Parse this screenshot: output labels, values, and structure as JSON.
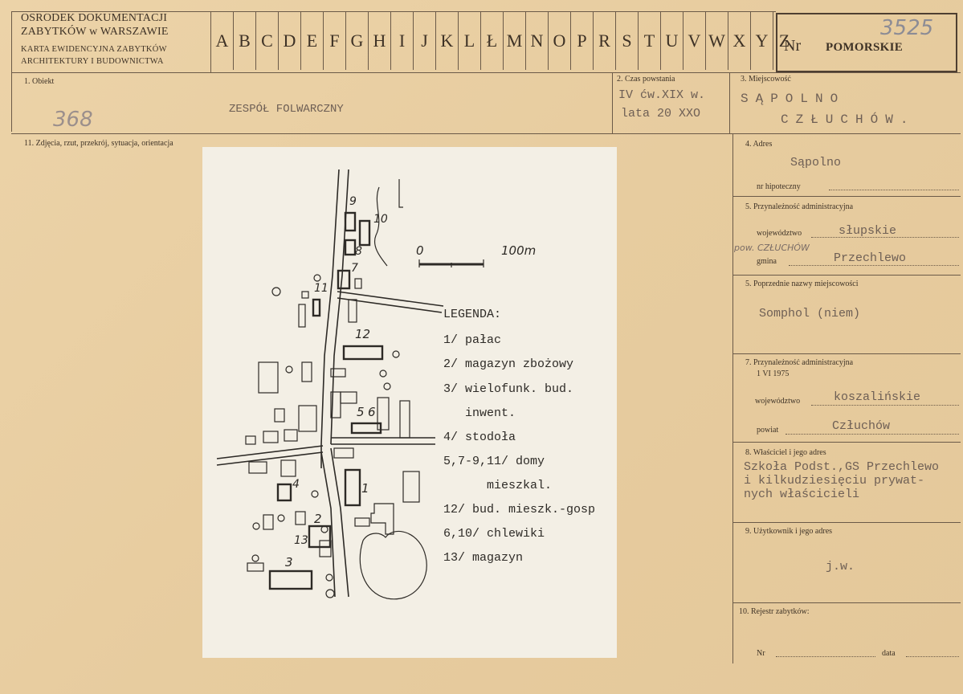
{
  "header": {
    "org_line1": "OSRODEK DOKUMENTACJI",
    "org_line2": "ZABYTKÓW w WARSZAWIE",
    "card_line1": "KARTA EWIDENCYJNA ZABYTKÓW",
    "card_line2": "ARCHITEKTURY I BUDOWNICTWA",
    "letters": [
      "A",
      "B",
      "C",
      "D",
      "E",
      "F",
      "G",
      "H",
      "I",
      "J",
      "K",
      "L",
      "Ł",
      "M",
      "N",
      "O",
      "P",
      "R",
      "S",
      "T",
      "U",
      "V",
      "W",
      "X",
      "Y",
      "Z"
    ],
    "nr_label": "Nr",
    "region": "POMORSKIE",
    "card_number": "3525"
  },
  "obiekt": {
    "label": "1. Obiekt",
    "number": "368",
    "name": "ZESPÓŁ FOLWARCZNY"
  },
  "czas": {
    "label": "2. Czas powstania",
    "line1": "IV ćw.XIX w.",
    "line2": "lata 20 XXO"
  },
  "miejscowosc": {
    "label": "3. Miejscowość",
    "line1": "SĄPOLNO",
    "line2": "CZŁUCHÓW."
  },
  "zdjecia": {
    "label": "11. Zdjęcia, rzut, przekrój, sytuacja, orientacja"
  },
  "map": {
    "scale_start": "0",
    "scale_end": "100m",
    "numbers": [
      "9",
      "10",
      "8",
      "7",
      "11",
      "12",
      "5",
      "6",
      "1",
      "4",
      "2",
      "13",
      "3"
    ],
    "legend_title": "LEGENDA:",
    "legend": [
      "1/ pałac",
      "2/ magazyn zbożowy",
      "3/ wielofunk. bud.",
      "   inwent.",
      "4/ stodoła",
      "5,7-9,11/ domy",
      "      mieszkal.",
      "12/ bud. mieszk.-gosp",
      "6,10/ chlewiki",
      "13/ magazyn"
    ]
  },
  "adres": {
    "label": "4. Adres",
    "value": "Sąpolno",
    "hipoteczny_label": "nr hipoteczny"
  },
  "przynaleznosc": {
    "label": "5. Przynależność administracyjna",
    "woj_label": "województwo",
    "woj_value": "słupskie",
    "pow_note": "pow. CZŁUCHÓW",
    "gmina_label": "gmina",
    "gmina_value": "Przechlewo"
  },
  "poprzednie": {
    "label": "5. Poprzednie nazwy miejscowości",
    "value": "Somphol (niem)"
  },
  "przynaleznosc2": {
    "label": "7. Przynależność administracyjna",
    "date": "1 VI 1975",
    "woj_label": "województwo",
    "woj_value": "koszalińskie",
    "powiat_label": "powiat",
    "powiat_value": "Człuchów"
  },
  "wlasciciel": {
    "label": "8. Właściciel i jego adres",
    "lines": [
      "Szkoła Podst.,GS Przechlewo",
      "i kilkudziesięciu prywat-",
      "nych właścicieli"
    ]
  },
  "uzytkownik": {
    "label": "9. Użytkownik i jego adres",
    "value": "j.w."
  },
  "rejestr": {
    "label": "10. Rejestr zabytków:",
    "nr_label": "Nr",
    "data_label": "data"
  }
}
